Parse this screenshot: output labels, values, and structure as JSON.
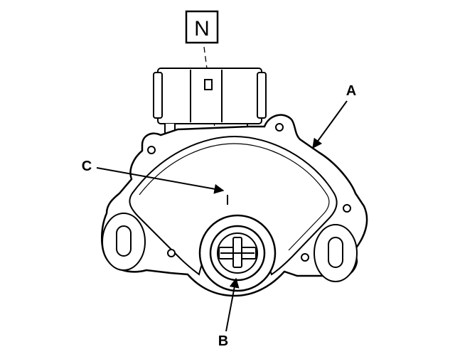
{
  "position_indicator": "N",
  "callouts": {
    "a": "A",
    "b": "B",
    "c": "C"
  },
  "colors": {
    "line": "#000000",
    "background": "#ffffff"
  }
}
